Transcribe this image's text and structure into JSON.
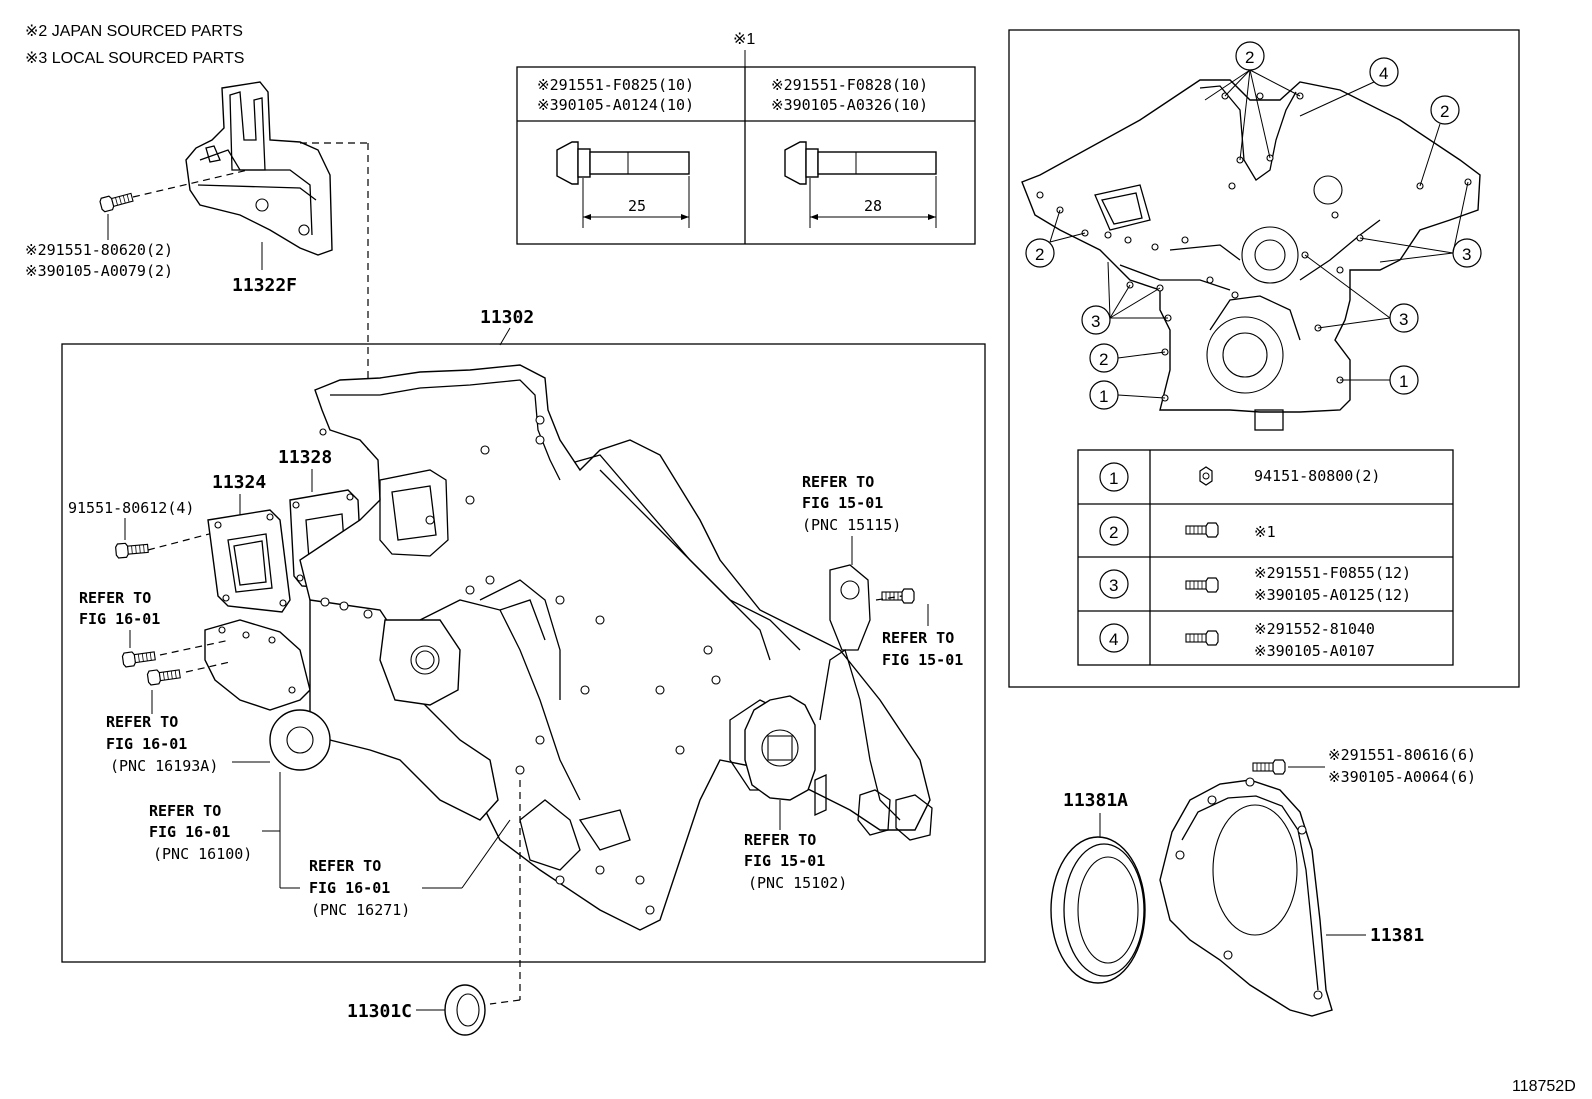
{
  "legend": {
    "note2": "※2 JAPAN SOURCED PARTS",
    "note3": "※3 LOCAL SOURCED PARTS"
  },
  "bolt_spec_table": {
    "title": "※1",
    "left_line1": "※291551-F0825(10)",
    "left_line2": "※390105-A0124(10)",
    "left_length": "25",
    "right_line1": "※291551-F0828(10)",
    "right_line2": "※390105-A0326(10)",
    "right_length": "28"
  },
  "bracket": {
    "bolt_line1": "※291551-80620(2)",
    "bolt_line2": "※390105-A0079(2)",
    "part_no": "11322F"
  },
  "cover": {
    "box_label": "11302",
    "gasket_a": "11324",
    "gasket_b": "11328",
    "gasket_bolt": "91551-80612(4)"
  },
  "references": {
    "r1": [
      "REFER TO",
      "FIG 16-01"
    ],
    "r2": [
      "REFER TO",
      "FIG 16-01",
      "(PNC 16193A)"
    ],
    "r3": [
      "REFER TO",
      "FIG 16-01",
      "(PNC 16100)"
    ],
    "r4": [
      "REFER TO",
      "FIG 16-01",
      "(PNC 16271)"
    ],
    "r5": [
      "REFER TO",
      "FIG 15-01",
      "(PNC 15115)"
    ],
    "r6": [
      "REFER TO",
      "FIG 15-01"
    ],
    "r7": [
      "REFER TO",
      "FIG 15-01",
      "(PNC 15102)"
    ]
  },
  "bolt_chart": {
    "rows": [
      {
        "mark": "1",
        "text1": "94151-80800(2)",
        "text2": ""
      },
      {
        "mark": "2",
        "text1": "※1",
        "text2": ""
      },
      {
        "mark": "3",
        "text1": "※291551-F0855(12)",
        "text2": "※390105-A0125(12)"
      },
      {
        "mark": "4",
        "text1": "※291552-81040",
        "text2": "※390105-A0107"
      }
    ]
  },
  "seals": {
    "front_seal": "11301C",
    "rear_seal": "11381A",
    "retainer": "11381",
    "retainer_bolt1": "※291551-80616(6)",
    "retainer_bolt2": "※390105-A0064(6)"
  },
  "figure_id": "118752D"
}
